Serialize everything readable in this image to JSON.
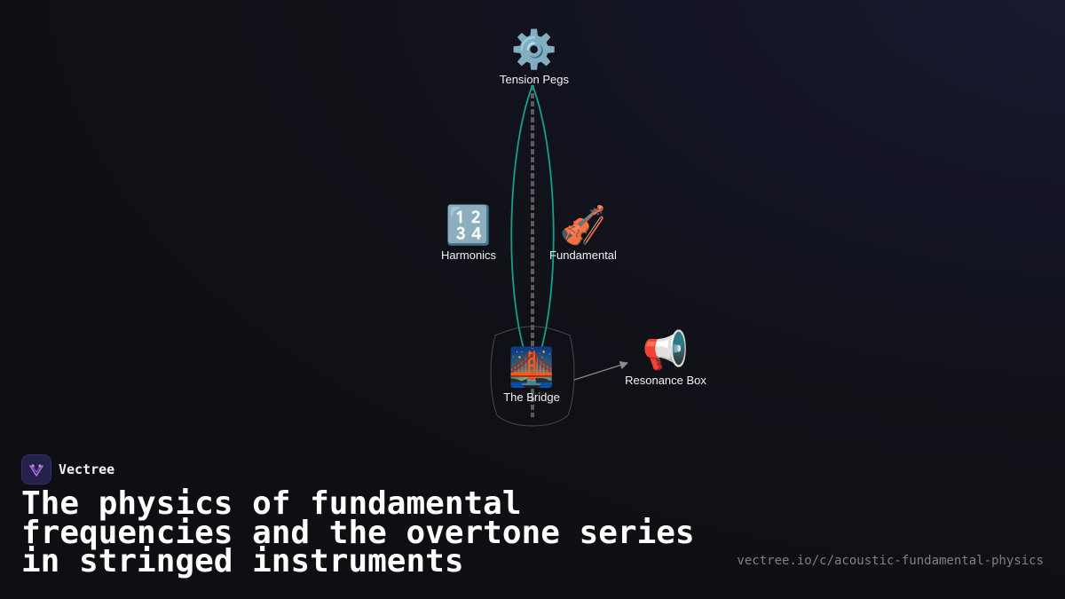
{
  "diagram": {
    "nodes": [
      {
        "id": "tension-pegs",
        "icon": "⚙️",
        "icon_name": "gear-icon",
        "label": "Tension Pegs"
      },
      {
        "id": "harmonics",
        "icon": "🔢",
        "icon_name": "numbers-icon",
        "label": "Harmonics"
      },
      {
        "id": "fundamental",
        "icon": "🎻",
        "icon_name": "violin-icon",
        "label": "Fundamental"
      },
      {
        "id": "the-bridge",
        "icon": "🌉",
        "icon_name": "bridge-icon",
        "label": "The Bridge"
      },
      {
        "id": "resonance-box",
        "icon": "📢",
        "icon_name": "loudspeaker-icon",
        "label": "Resonance Box"
      }
    ],
    "edges": [
      {
        "from": "the-bridge",
        "to": "resonance-box",
        "style": "arrow"
      }
    ],
    "colors": {
      "wave": "#14a08a",
      "string": "#5a5a5a",
      "arrow": "#8a8a8a",
      "bridge_outline": "#4a4a4a"
    }
  },
  "brand": {
    "name": "Vectree",
    "logo_icon": "vectree-logo-icon"
  },
  "title": "The physics of fundamental frequencies and the overtone series in stringed instruments",
  "url": "vectree.io/c/acoustic-fundamental-physics"
}
